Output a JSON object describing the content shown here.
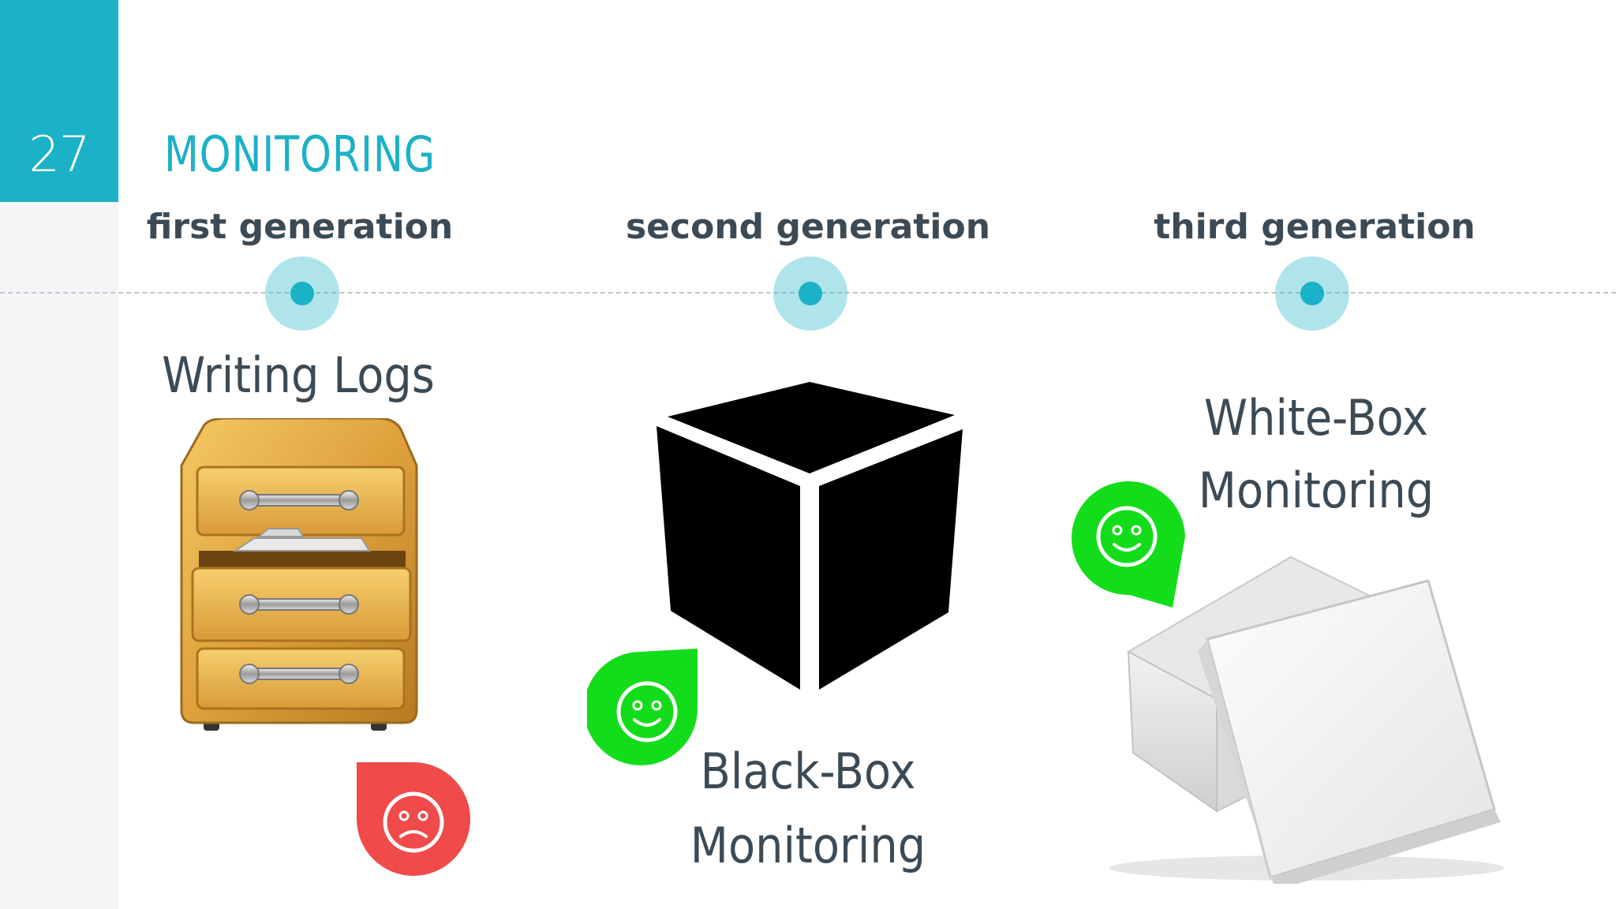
{
  "slide": {
    "number": "27",
    "title": "MONITORING"
  },
  "generations": [
    {
      "heading": "first generation",
      "label": "Writing Logs",
      "picture": "filing-cabinet",
      "mood": "sad"
    },
    {
      "heading": "second generation",
      "label_line1": "Black-Box",
      "label_line2": "Monitoring",
      "picture": "black-cube",
      "mood": "happy"
    },
    {
      "heading": "third generation",
      "label_line1": "White-Box",
      "label_line2": "Monitoring",
      "picture": "white-gift-box",
      "mood": "happy"
    }
  ],
  "colors": {
    "accent": "#1bb1c6",
    "heading_text": "#3c4a55",
    "happy_marker": "#13dd1a",
    "sad_marker": "#f04a4a"
  }
}
